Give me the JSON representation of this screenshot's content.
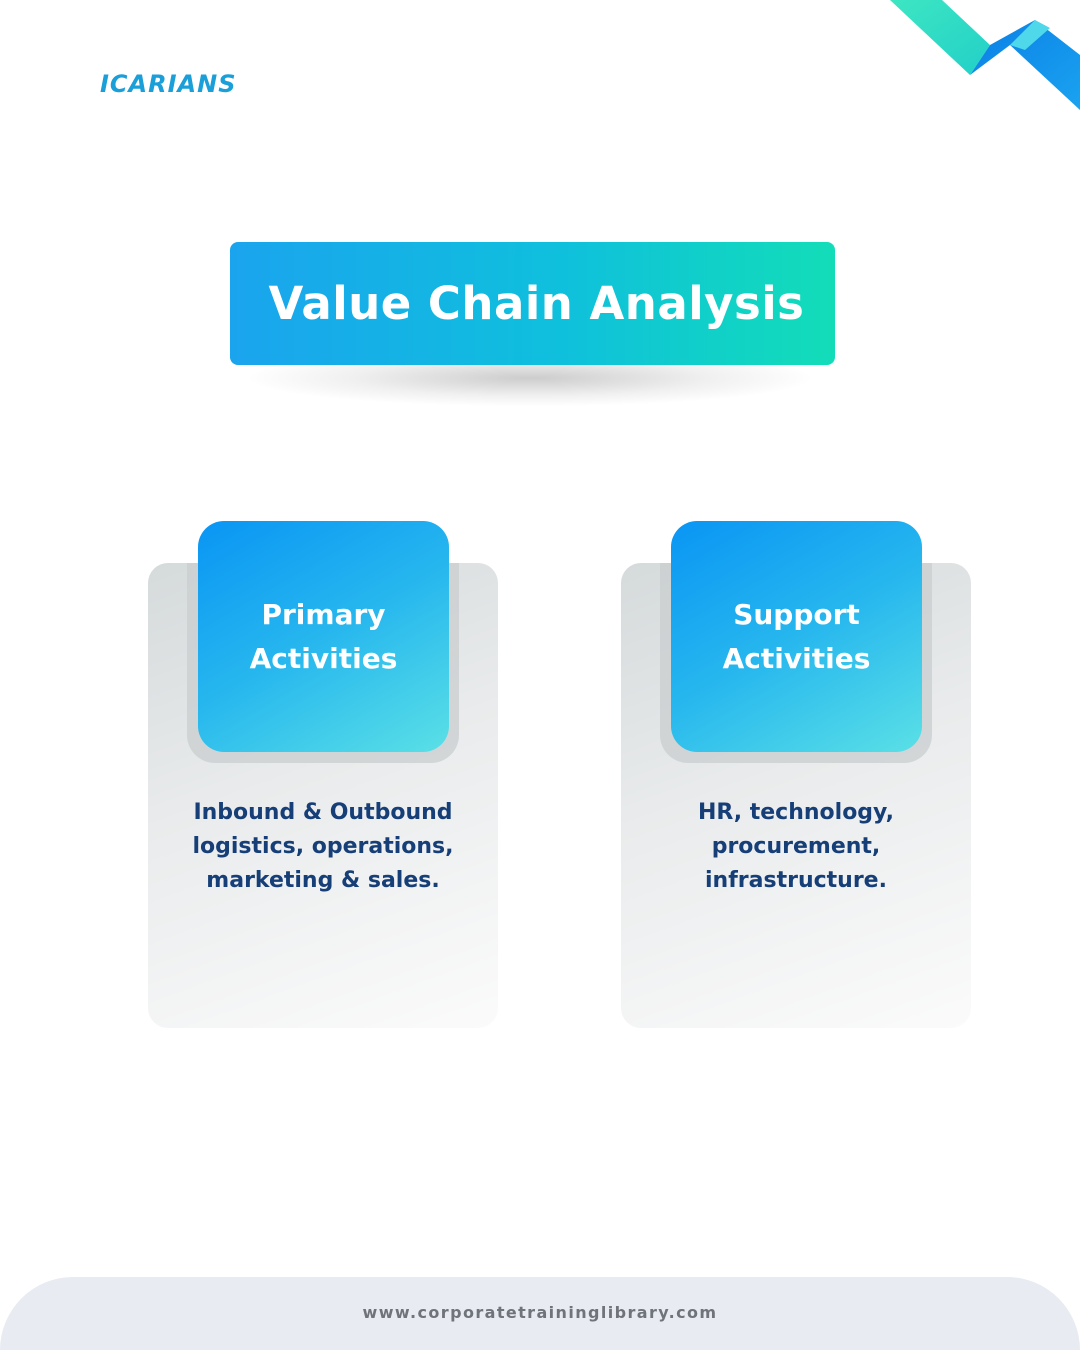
{
  "brand": {
    "logo_text": "ICARIANS",
    "accent_color": "#1a9fd8"
  },
  "title": {
    "text": "Value Chain Analysis"
  },
  "cards": [
    {
      "heading_lines": [
        "Primary",
        "Activities"
      ],
      "description_lines": [
        "Inbound & Outbound",
        "logistics, operations,",
        "marketing & sales."
      ]
    },
    {
      "heading_lines": [
        "Support",
        "Activities"
      ],
      "description_lines": [
        "HR, technology,",
        "procurement,",
        "infrastructure."
      ]
    }
  ],
  "footer": {
    "url": "www.corporatetraininglibrary.com"
  },
  "colors": {
    "title_gradient_start": "#1aa4ee",
    "title_gradient_end": "#12ddb8",
    "heading_text": "#ffffff",
    "description_text": "#163e77",
    "footer_background": "#e8ebf1"
  },
  "icons": [
    "corner-ribbon-decoration"
  ]
}
